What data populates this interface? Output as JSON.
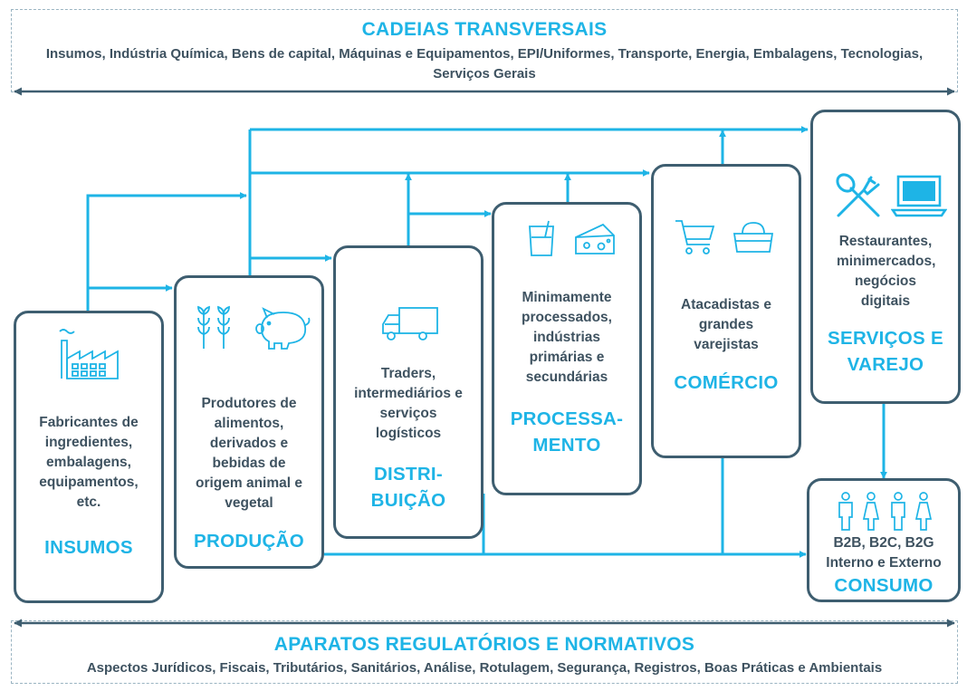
{
  "top_band": {
    "title": "CADEIAS TRANSVERSAIS",
    "subtitle": "Insumos, Indústria Química, Bens de capital, Máquinas e Equipamentos, EPI/Uniformes, Transporte, Energia, Embalagens, Tecnologias, Serviços Gerais"
  },
  "stages": {
    "insumos": {
      "desc": "Fabricantes de ingredientes, embalagens, equipamentos, etc.",
      "title": "INSUMOS",
      "icon": "factory-icon"
    },
    "producao": {
      "desc": "Produtores de alimentos, derivados e bebidas de origem animal e vegetal",
      "title": "PRODUÇÃO",
      "icons": [
        "wheat-icon",
        "pig-icon"
      ]
    },
    "distribuicao": {
      "desc": "Traders, intermediários e serviços logísticos",
      "title_line1": "DISTRI-",
      "title_line2": "BUIÇÃO",
      "icon": "truck-icon"
    },
    "processamento": {
      "desc": "Minimamente processados, indústrias primárias e secundárias",
      "title_line1": "PROCESSA-",
      "title_line2": "MENTO",
      "icons": [
        "juice-glass-icon",
        "cheese-icon"
      ]
    },
    "comercio": {
      "desc": "Atacadistas e grandes varejistas",
      "title": "COMÉRCIO",
      "icons": [
        "shopping-cart-icon",
        "shopping-basket-icon"
      ]
    },
    "servicos": {
      "desc": "Restaurantes, minimercados, negócios digitais",
      "title_line1": "SERVIÇOS E",
      "title_line2": "VAREJO",
      "icons": [
        "cutlery-icon",
        "laptop-icon"
      ]
    },
    "consumo": {
      "line1": "B2B, B2C, B2G",
      "line2": "Interno e Externo",
      "title": "CONSUMO",
      "icon": "people-icon"
    }
  },
  "bottom_band": {
    "title": "APARATOS REGULATÓRIOS E NORMATIVOS",
    "subtitle": "Aspectos Jurídicos, Fiscais, Tributários, Sanitários, Análise, Rotulagem, Segurança, Registros, Boas Práticas e Ambientais"
  },
  "colors": {
    "accent": "#1eb4e6",
    "box_border": "#3e5e70",
    "text": "#3e5260",
    "band_arrow": "#3e5e70"
  }
}
